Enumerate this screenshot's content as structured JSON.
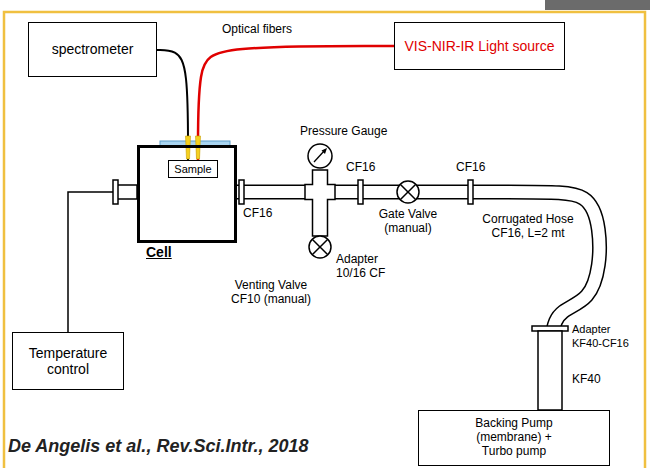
{
  "diagram": {
    "caption": "De Angelis et al., Rev.Sci.Intr., 2018",
    "nodes": [
      {
        "text": [
          "spectrometer"
        ]
      },
      {
        "text": [
          "VIS-NIR-IR Light source"
        ]
      },
      {
        "text": [
          "Cell"
        ]
      },
      {
        "text": [
          "Sample"
        ],
        "in": 2
      },
      {
        "text": [
          "Temperature control"
        ]
      },
      {
        "text": [
          "Backing Pump (membrane) + Turbo pump"
        ]
      }
    ],
    "edges": [
      {
        "from": 0,
        "to": 3,
        "arrow": "none"
      },
      {
        "from": 1,
        "to": 3,
        "arrow": "none"
      },
      {
        "from": 4,
        "to": 2,
        "arrow": "none"
      },
      {
        "from": 2,
        "to": 5,
        "arrow": "none"
      }
    ],
    "labels": [
      "Optical fibers",
      "Pressure Gauge",
      "CF16",
      "CF16",
      "CF16",
      "Gate Valve (manual)",
      "Corrugated Hose CF16, L=2 mt",
      "Adapter 10/16 CF",
      "Venting Valve CF10 (manual)",
      "Adapter KF40-CF16",
      "KF40"
    ]
  }
}
